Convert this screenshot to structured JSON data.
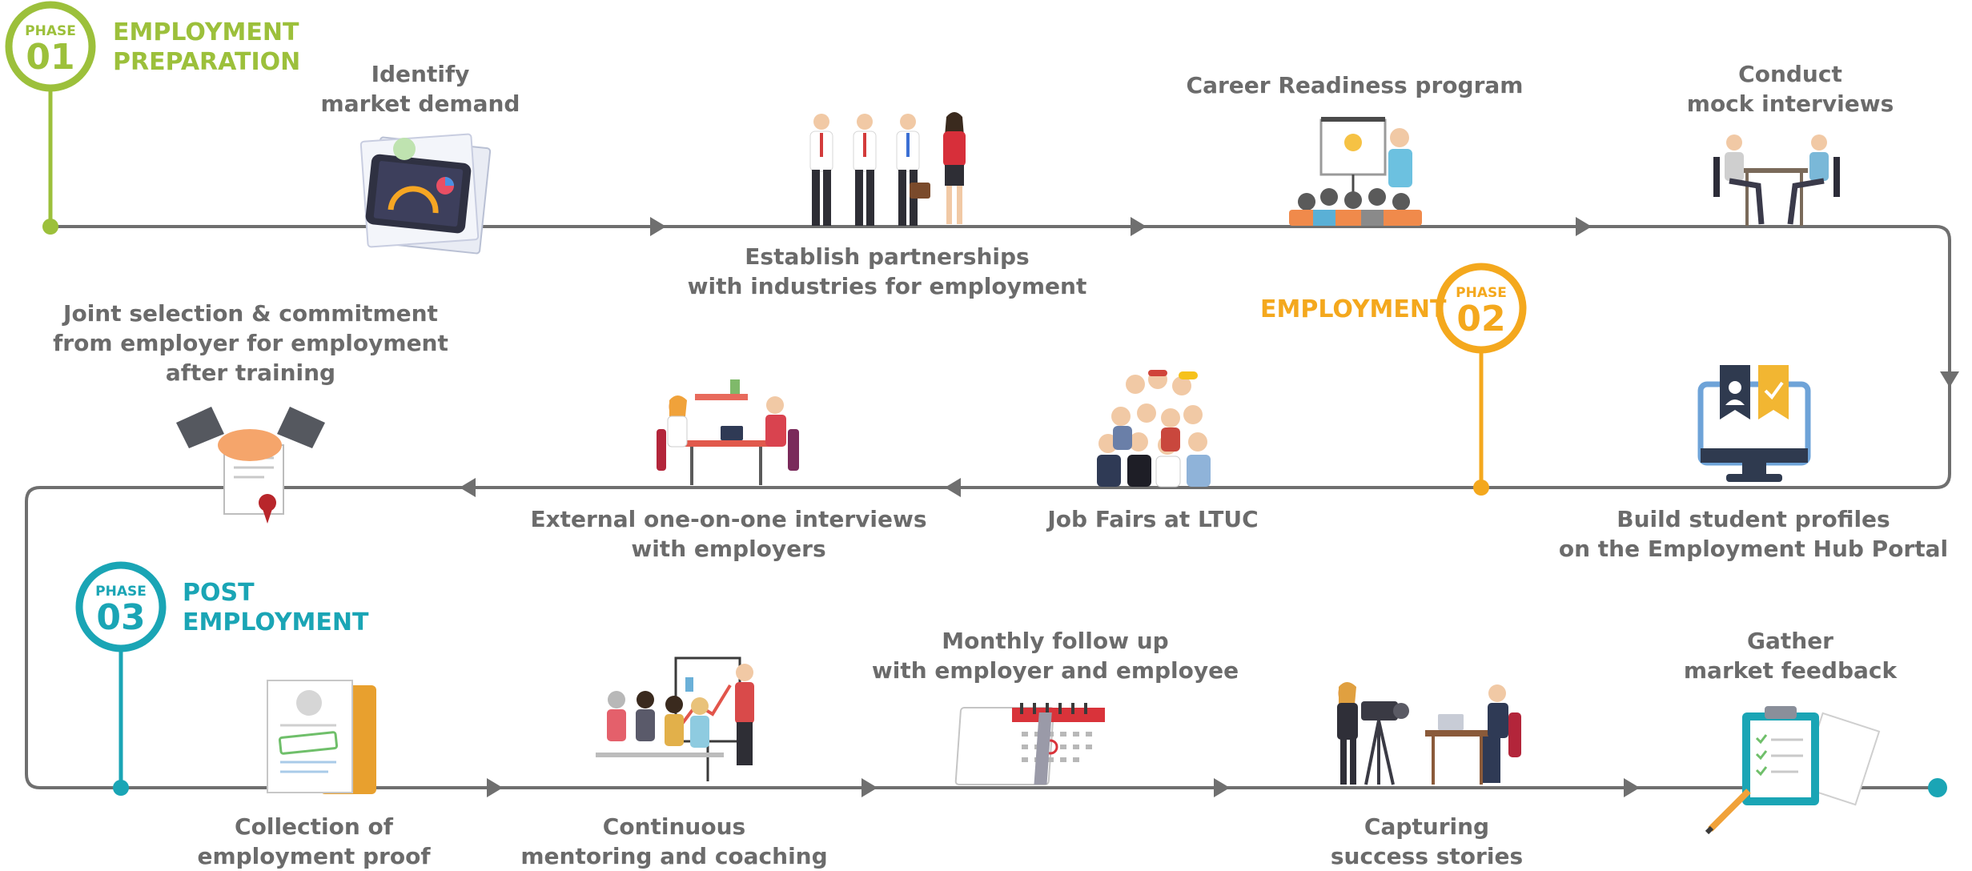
{
  "colors": {
    "line": "#6f6f6f",
    "text": "#6b6b6b",
    "phase1": "#9cc03b",
    "phase2": "#f4a81d",
    "phase3": "#1aa5b5"
  },
  "phases": [
    {
      "badge_word": "PHASE",
      "badge_number": "01",
      "title_line1": "EMPLOYMENT",
      "title_line2": "PREPARATION"
    },
    {
      "badge_word": "PHASE",
      "badge_number": "02",
      "title_line1": "EMPLOYMENT"
    },
    {
      "badge_word": "PHASE",
      "badge_number": "03",
      "title_line1": "POST",
      "title_line2": "EMPLOYMENT"
    }
  ],
  "steps": {
    "identify": [
      "Identify",
      "market demand"
    ],
    "partnerships": [
      "Establish partnerships",
      "with industries for employment"
    ],
    "career": [
      "Career Readiness program"
    ],
    "mock": [
      "Conduct",
      "mock interviews"
    ],
    "profiles": [
      "Build student profiles",
      "on the Employment Hub Portal"
    ],
    "fairs": [
      "Job Fairs at LTUC"
    ],
    "external": [
      "External one-on-one interviews",
      "with employers"
    ],
    "joint": [
      "Joint selection & commitment",
      "from employer for employment",
      "after training"
    ],
    "proof": [
      "Collection of",
      "employment proof"
    ],
    "mentoring": [
      "Continuous",
      "mentoring and coaching"
    ],
    "monthly": [
      "Monthly follow up",
      "with employer and employee"
    ],
    "stories": [
      "Capturing",
      "success stories"
    ],
    "feedback": [
      "Gather",
      "market feedback"
    ]
  },
  "icons": {
    "identify": "tablet-dashboard-icon",
    "partnerships": "business-people-icon",
    "career": "presentation-audience-icon",
    "mock": "interview-table-icon",
    "profiles": "monitor-profile-icon",
    "fairs": "crowd-workers-icon",
    "external": "desk-interview-icon",
    "joint": "handshake-contract-icon",
    "proof": "approved-document-icon",
    "mentoring": "whiteboard-coaching-icon",
    "monthly": "calendar-icon",
    "stories": "video-camera-interview-icon",
    "feedback": "clipboard-checklist-icon"
  }
}
